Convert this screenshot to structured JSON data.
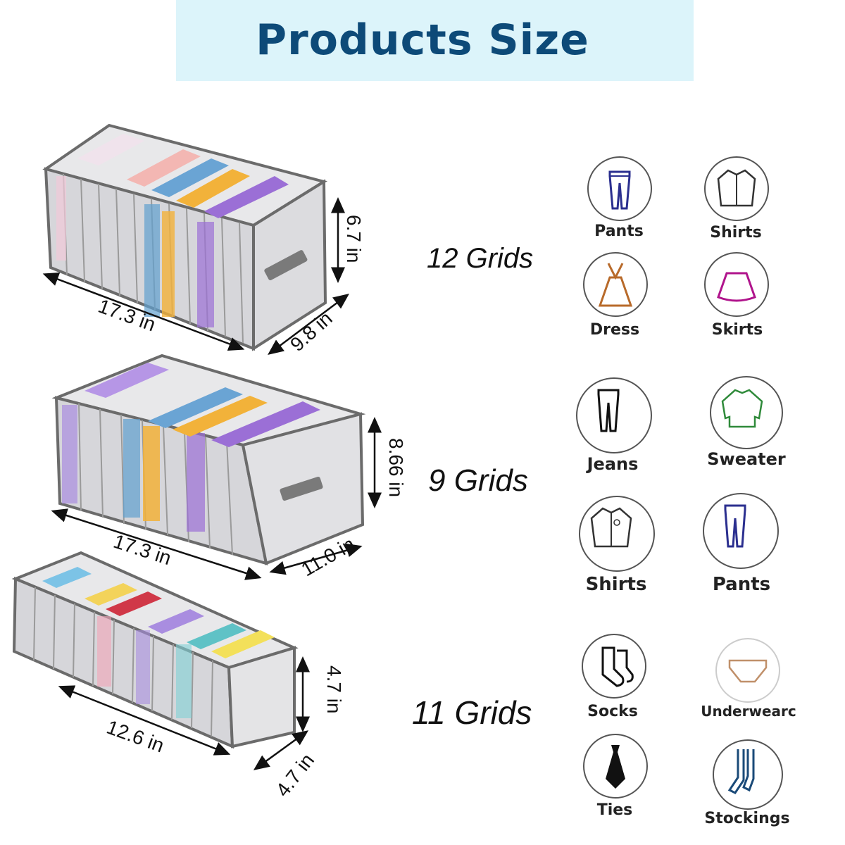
{
  "header": {
    "title": "Products Size"
  },
  "organizers": [
    {
      "grids_label": "12 Grids",
      "length": "17.3 in",
      "width": "9.8 in",
      "height": "6.7 in"
    },
    {
      "grids_label": "9 Grids",
      "length": "17.3 in",
      "width": "11.0 in",
      "height": "8.66 in"
    },
    {
      "grids_label": "11 Grids",
      "length": "12.6 in",
      "width": "4.7 in",
      "height": "4.7 in"
    }
  ],
  "icons": [
    {
      "label": "Pants",
      "icon": "pants-icon"
    },
    {
      "label": "Shirts",
      "icon": "shirt-icon"
    },
    {
      "label": "Dress",
      "icon": "dress-icon"
    },
    {
      "label": "Skirts",
      "icon": "skirt-icon"
    },
    {
      "label": "Jeans",
      "icon": "jeans-icon"
    },
    {
      "label": "Sweater",
      "icon": "sweater-icon"
    },
    {
      "label": "Shirts",
      "icon": "shirt-icon"
    },
    {
      "label": "Pants",
      "icon": "pants-icon"
    },
    {
      "label": "Socks",
      "icon": "socks-icon"
    },
    {
      "label": "Underwearc",
      "icon": "underwear-icon"
    },
    {
      "label": "Ties",
      "icon": "tie-icon"
    },
    {
      "label": "Stockings",
      "icon": "stockings-icon"
    }
  ],
  "colors": {
    "title": "#0d4a78",
    "banner": "#dcf4fa",
    "frame": "#6b6b6b"
  }
}
